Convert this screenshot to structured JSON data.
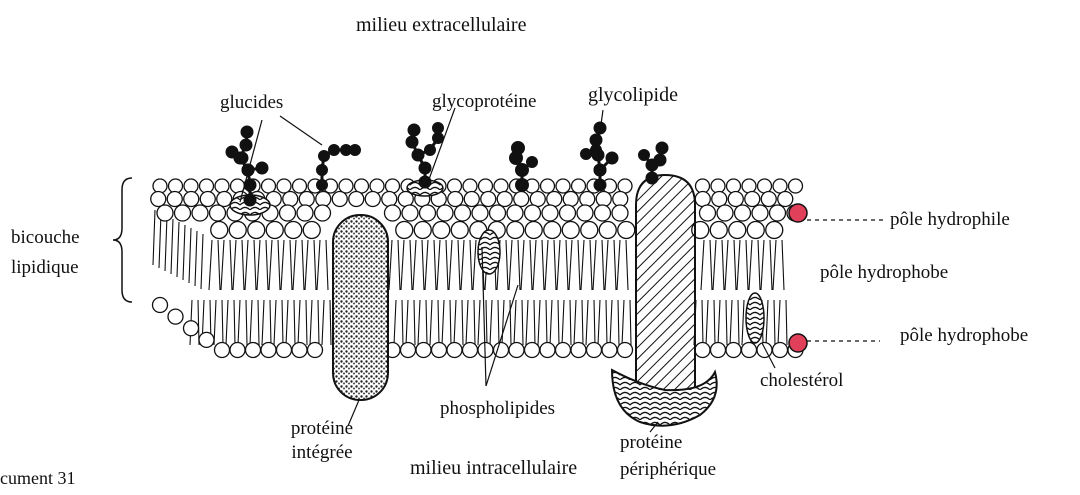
{
  "diagram": {
    "top_label": "milieu extracellulaire",
    "bottom_label": "milieu intracellulaire",
    "doc_label": "cument 31",
    "labels": {
      "glucides": "glucides",
      "glycoproteine": "glycoprotéine",
      "glycolipide": "glycolipide",
      "bicouche": "bicouche",
      "lipidique": "lipidique",
      "pole_hydrophile": "pôle hydrophile",
      "pole_hydrophobe_mid": "pôle hydrophobe",
      "pole_hydrophobe_low": "pôle hydrophobe",
      "cholesterol": "cholestérol",
      "proteine_integree_1": "protéine",
      "proteine_integree_2": "intégrée",
      "phospholipides": "phospholipides",
      "proteine_peripherique_1": "protéine",
      "proteine_peripherique_2": "périphérique"
    },
    "colors": {
      "ink": "#111111",
      "head_fill": "#ffffff",
      "highlight_head": "#e0405a"
    }
  }
}
